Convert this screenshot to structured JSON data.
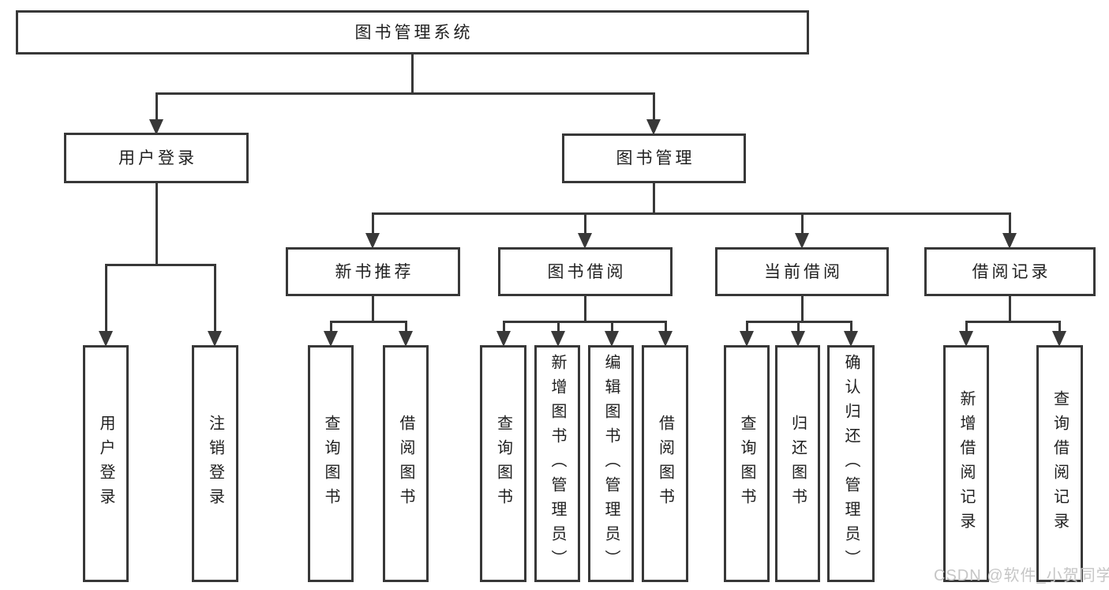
{
  "diagram": {
    "root": {
      "label": "图书管理系统"
    },
    "level2": [
      {
        "label": "用户登录",
        "children": [
          "用户登录",
          "注销登录"
        ]
      },
      {
        "label": "图书管理"
      }
    ],
    "level3": [
      {
        "label": "新书推荐",
        "children": [
          "查询图书",
          "借阅图书"
        ]
      },
      {
        "label": "图书借阅",
        "children": [
          "查询图书",
          "新增图书（管理员）",
          "编辑图书（管理员）",
          "借阅图书"
        ]
      },
      {
        "label": "当前借阅",
        "children": [
          "查询图书",
          "归还图书",
          "确认归还（管理员）"
        ]
      },
      {
        "label": "借阅记录",
        "children": [
          "新增借阅记录",
          "查询借阅记录"
        ]
      }
    ]
  },
  "watermark": {
    "text": "CSDN @软件_小贺同学"
  },
  "colors": {
    "line": "#383838",
    "box_border": "#383838",
    "text": "#1f1f1f",
    "background": "#ffffff",
    "watermark": "#c6c6c6"
  }
}
